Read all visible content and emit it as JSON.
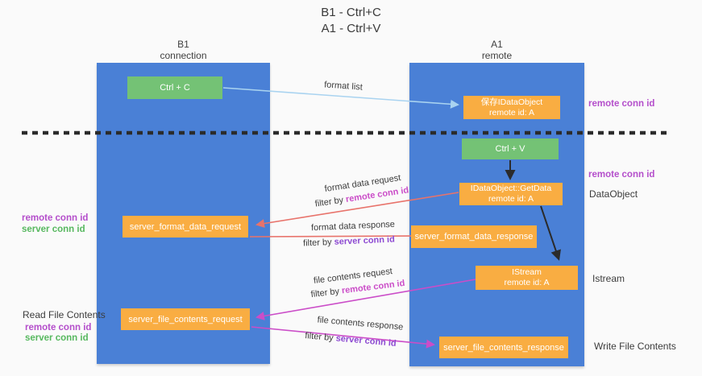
{
  "title": {
    "line1": "B1 - Ctrl+C",
    "line2": "A1 - Ctrl+V"
  },
  "columns": {
    "left": {
      "name": "B1",
      "subtitle": "connection"
    },
    "right": {
      "name": "A1",
      "subtitle": "remote"
    }
  },
  "boxes": {
    "ctrl_c": "Ctrl + C",
    "ctrl_v": "Ctrl + V",
    "save_dataobject_line1": "保存IDataObject",
    "save_dataobject_line2": "remote id: A",
    "getdata_line1": "IDataObject::GetData",
    "getdata_line2": "remote id: A",
    "istream_line1": "IStream",
    "istream_line2": "remote id: A",
    "server_format_data_request": "server_format_data_request",
    "server_format_data_response": "server_format_data_response",
    "server_file_contents_request": "server_file_contents_request",
    "server_file_contents_response": "server_file_contents_response"
  },
  "arrow_labels": {
    "format_list": "format list",
    "format_data_request": "format data request",
    "format_data_response": "format data response",
    "file_contents_request": "file contents request",
    "file_contents_response": "file contents response",
    "filter_by": "filter by",
    "remote_conn_id": "remote conn id",
    "server_conn_id": "server conn id"
  },
  "side_labels": {
    "remote_conn_id": "remote conn id",
    "server_conn_id": "server conn id",
    "read_file_contents": "Read File Contents",
    "write_file_contents": "Write File Contents",
    "dataobject": "DataObject",
    "istream": "Istream"
  },
  "colors": {
    "column_blue": "#4a80d6",
    "box_green": "#74c275",
    "box_orange": "#f9ad42",
    "arrow_red": "#e8736b",
    "arrow_magenta": "#cb4dc8",
    "arrow_lightblue": "#a9d3f0",
    "dashed_line": "#2b2b2b",
    "label_magenta": "#b44ecb",
    "label_violet": "#8d4ad2",
    "label_green": "#57b85f"
  }
}
